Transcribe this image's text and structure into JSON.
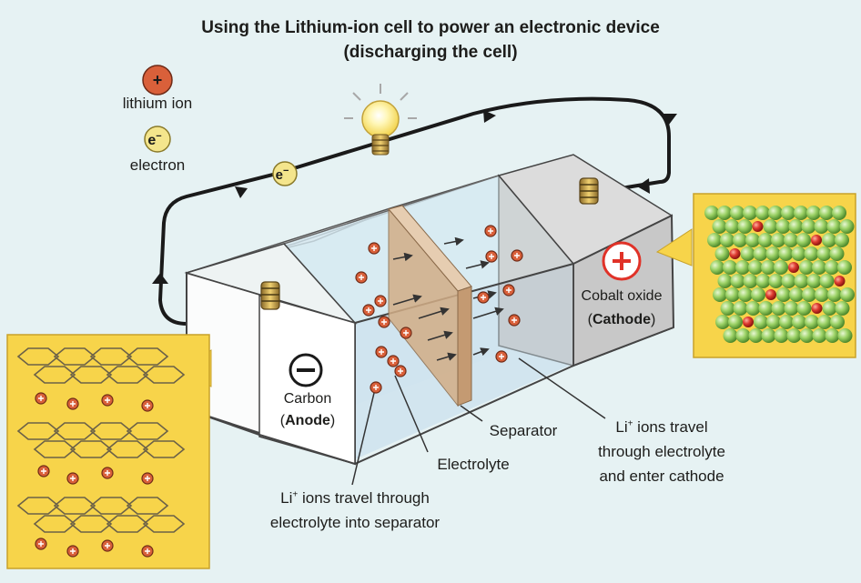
{
  "title": {
    "line1": "Using the Lithium-ion cell to power an electronic device",
    "line2": "(discharging the cell)"
  },
  "legend": {
    "ion_symbol": "+",
    "ion_label": "lithium ion",
    "electron_symbol": "e",
    "electron_superscript": "−",
    "electron_label": "electron"
  },
  "wire_electron": {
    "symbol": "e",
    "superscript": "−"
  },
  "anode": {
    "sign": "−",
    "name": "Carbon",
    "role": "Anode"
  },
  "cathode": {
    "sign": "+",
    "name": "Cobalt oxide",
    "role": "Cathode"
  },
  "labels": {
    "separator": "Separator",
    "electrolyte": "Electrolyte",
    "li_prefix": "Li",
    "li_sup": "+",
    "left_callout_line1_rest": " ions travel through",
    "left_callout_line2": "electrolyte into separator",
    "right_callout_line1_rest": " ions travel",
    "right_callout_line2": "through electrolyte",
    "right_callout_line3": "and enter cathode"
  },
  "colors": {
    "background": "#e6f2f3",
    "ion_fill": "#d9603a",
    "electron_fill": "#f4e58c",
    "callout_yellow": "#f7d44a",
    "cathode_grey": "#c8c8c8",
    "sphere_green": "#8fc95b",
    "sphere_red": "#d73a32",
    "separator_tan": "#d2ad86",
    "cathode_sign_red": "#e03228"
  }
}
